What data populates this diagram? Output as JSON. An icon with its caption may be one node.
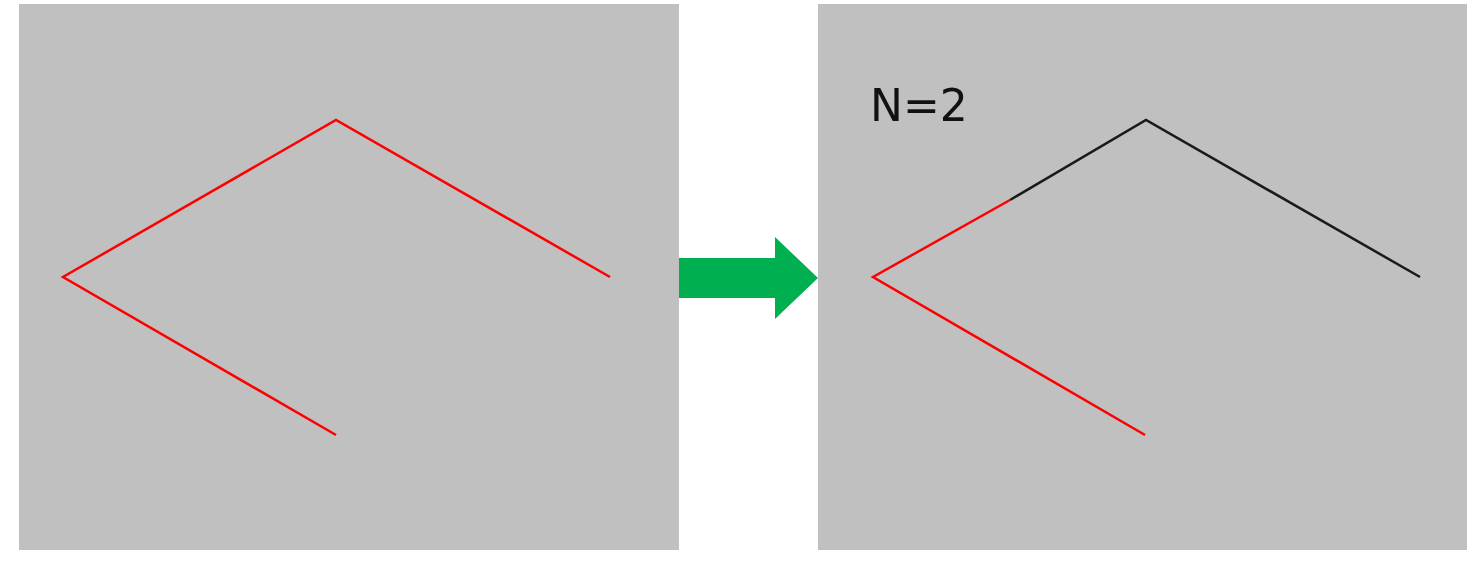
{
  "diagram": {
    "nodes": [
      {
        "text": [],
        "shape": "box"
      },
      {
        "text": [
          "N=2"
        ]
      }
    ],
    "edges": [
      {
        "from": 0,
        "to": 1,
        "arrow": "to",
        "color": "#00b050"
      }
    ]
  }
}
